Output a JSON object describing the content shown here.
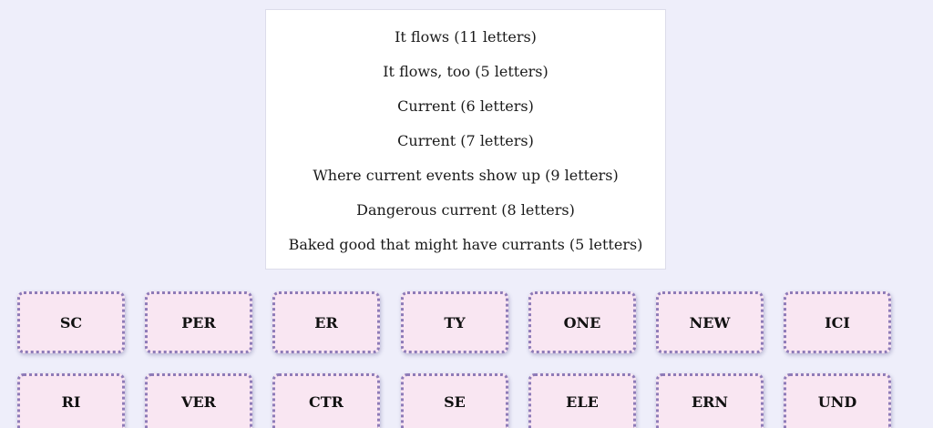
{
  "clues": [
    "It flows (11 letters)",
    "It flows, too (5 letters)",
    "Current (6 letters)",
    "Current (7 letters)",
    "Where current events show up (9 letters)",
    "Dangerous current (8 letters)",
    "Baked good that might have currants (5 letters)"
  ],
  "tiles": {
    "row1": [
      "SC",
      "PER",
      "ER",
      "TY",
      "ONE",
      "NEW",
      "ICI"
    ],
    "row2": [
      "RI",
      "VER",
      "CTR",
      "SE",
      "ELE",
      "ERN",
      "UND"
    ]
  },
  "colors": {
    "background": "#eeeefa",
    "tile_fill": "#f9e6f2",
    "tile_border": "#8e7bb8"
  }
}
